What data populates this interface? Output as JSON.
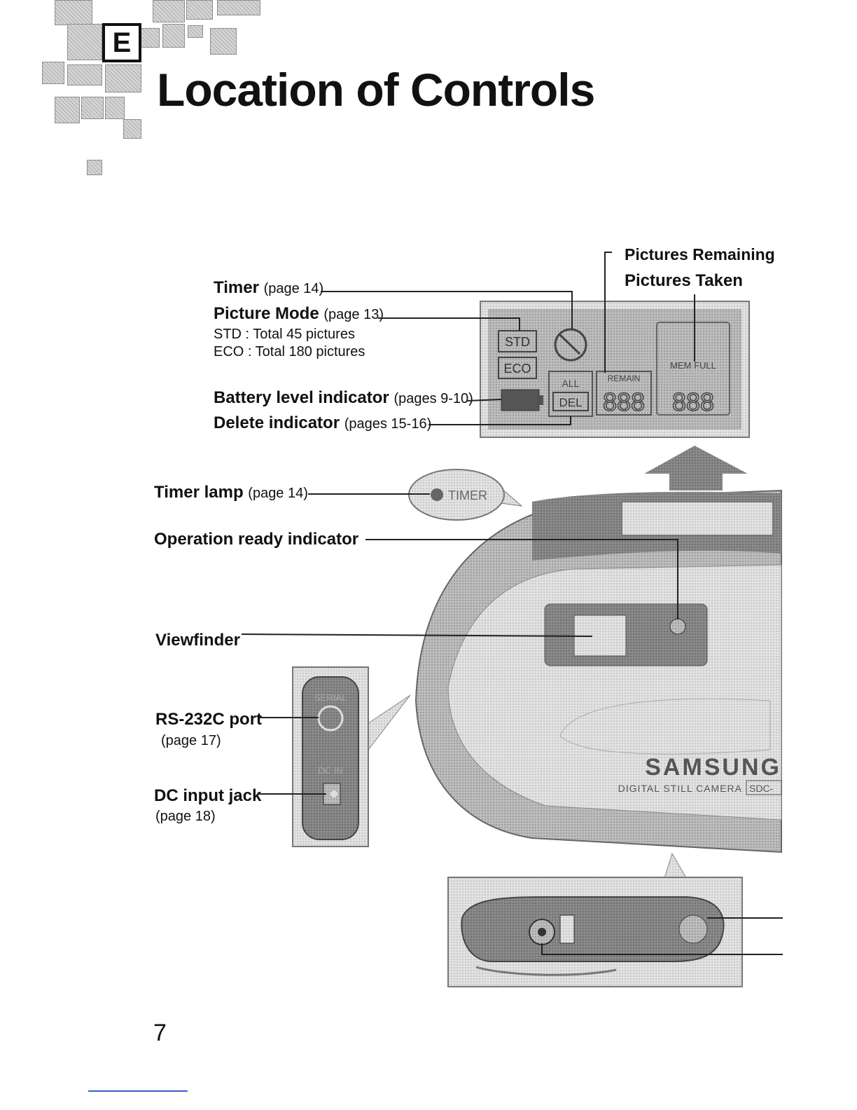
{
  "section_letter": "E",
  "title": "Location of Controls",
  "lcd_callouts": {
    "timer": {
      "label": "Timer",
      "ref": "(page 14)"
    },
    "picture_mode": {
      "label": "Picture Mode",
      "ref": "(page 13)",
      "std_note": "STD : Total 45 pictures",
      "eco_note": "ECO : Total 180 pictures"
    },
    "battery": {
      "label": "Battery level indicator",
      "ref": "(pages 9-10)"
    },
    "delete": {
      "label": "Delete indicator",
      "ref": "(pages 15-16)"
    },
    "pictures_remaining": {
      "label": "Pictures Remaining"
    },
    "pictures_taken": {
      "label": "Pictures Taken"
    }
  },
  "lcd_panel": {
    "std": "STD",
    "eco": "ECO",
    "all": "ALL",
    "del": "DEL",
    "remain": "REMAIN",
    "mem_full": "MEM FULL",
    "digits": "888"
  },
  "camera_callouts": {
    "timer_lamp": {
      "label": "Timer lamp",
      "ref": "(page 14)",
      "lamp_text": "TIMER"
    },
    "operation_ready": {
      "label": "Operation ready indicator"
    },
    "viewfinder": {
      "label": "Viewfinder"
    },
    "rs232c": {
      "label": "RS-232C port",
      "ref": "(page 17)",
      "port_text": "SERIAL"
    },
    "dc_input": {
      "label": "DC input jack",
      "ref": "(page 18)",
      "port_text": "DC IN"
    }
  },
  "camera_body": {
    "brand": "SAMSUNG",
    "model_text": "DIGITAL STILL CAMERA",
    "model_badge": "SDC-"
  },
  "page_number": "7"
}
